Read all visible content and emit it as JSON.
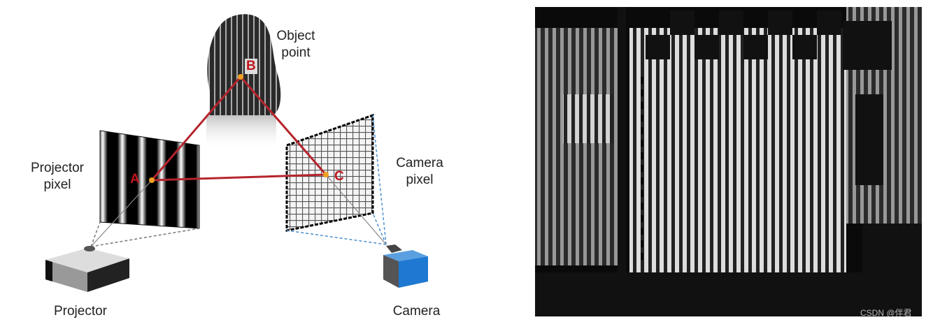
{
  "diagram": {
    "labels": {
      "object_point": "Object point",
      "projector_pixel": "Projector pixel",
      "camera_pixel": "Camera pixel",
      "projector": "Projector",
      "camera": "Camera"
    },
    "points": {
      "a": "A",
      "b": "B",
      "c": "C"
    },
    "colors": {
      "triangle": "#b5242c",
      "camera_body": "#1f78d1",
      "dot": "#f0a020"
    }
  },
  "photo": {
    "watermark": "CSDN @伴君"
  }
}
